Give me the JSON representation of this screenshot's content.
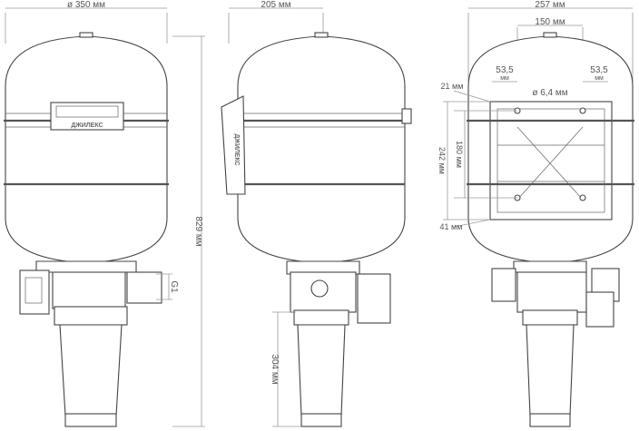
{
  "dimensions": {
    "tank_diameter": "ø 350 мм",
    "side_width": "205 мм",
    "total_height": "829 мм",
    "connection": "G1",
    "filter_height": "304 мм",
    "back_width": "257 мм",
    "mount_spacing": "150 мм",
    "offset_left": "53,5",
    "offset_left_unit": "мм",
    "offset_right": "53,5",
    "offset_right_unit": "мм",
    "top_offset": "21 мм",
    "hole_diameter": "ø 6,4 мм",
    "plate_height": "242 мм",
    "hole_spacing_v": "180 мм",
    "bottom_offset": "41 мм"
  },
  "label_text": "ДЖИЛЕКС"
}
